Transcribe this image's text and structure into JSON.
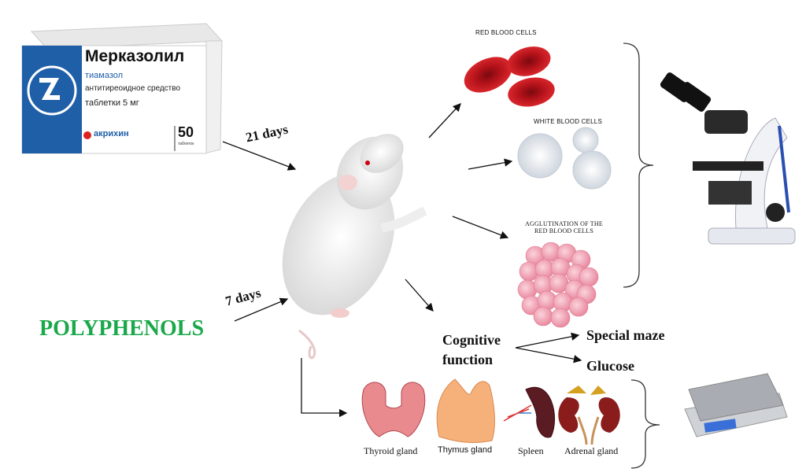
{
  "drug_box": {
    "brand": "Мерказолил",
    "ingredient": "тиамазол",
    "description": "антитиреоидное средство",
    "dose": "таблетки 5 мг",
    "maker": "акрихин",
    "count": "50",
    "count_unit": "таблеток"
  },
  "durations": {
    "drug": "21 days",
    "polyphenols": "7 days"
  },
  "polyphenols_label": "POLYPHENOLS",
  "blood": {
    "red": "RED BLOOD CELLS",
    "white": "WHITE BLOOD CELLS",
    "agglutination_line1": "AGGLUTINATION OF THE",
    "agglutination_line2": "RED BLOOD CELLS"
  },
  "cognitive": {
    "line1": "Cognitive",
    "line2": "function",
    "maze": "Special maze",
    "glucose": "Glucose"
  },
  "organs": [
    "Thyroid gland",
    "Thymus gland",
    "Spleen",
    "Adrenal gland"
  ],
  "colors": {
    "polyphenols": "#1aa84a",
    "box_blue": "#1f5fa8",
    "rbc": "#c0121a"
  }
}
